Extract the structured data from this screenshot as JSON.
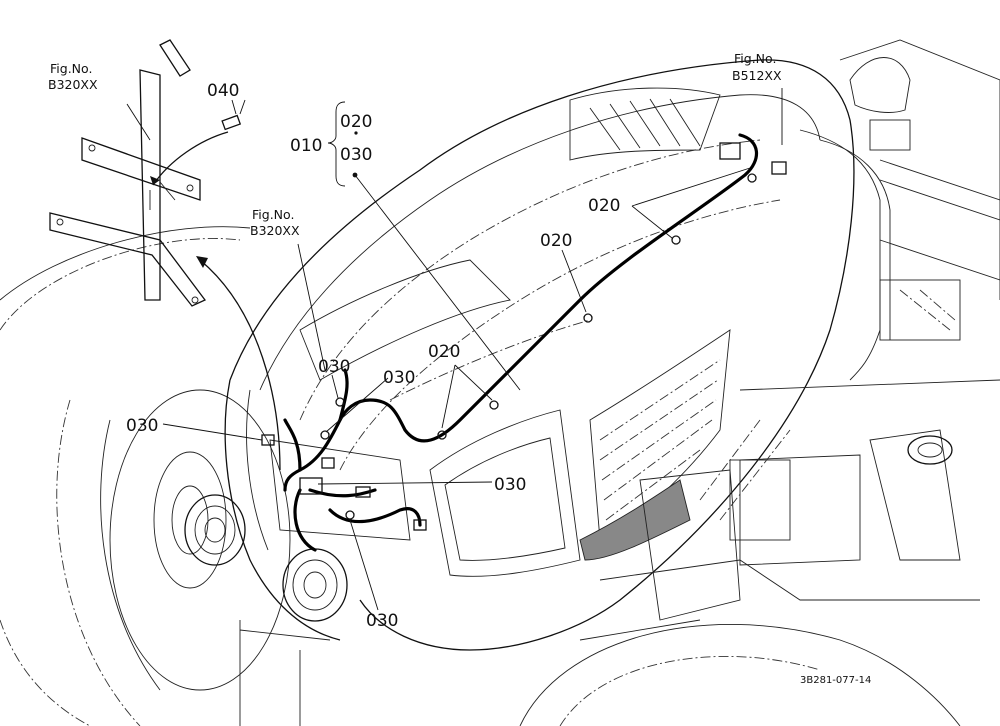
{
  "figure_code": "3B281-077-14",
  "refs": {
    "fig_b320_top": {
      "line1": "Fig.No.",
      "line2": "B320XX"
    },
    "fig_b320_mid": {
      "line1": "Fig.No.",
      "line2": "B320XX"
    },
    "fig_b512": {
      "line1": "Fig.No.",
      "line2": "B512XX"
    }
  },
  "parts": {
    "p040": "040",
    "p010": "010",
    "p020_brace": "020",
    "p030_brace": "030",
    "p020_a": "020",
    "p020_b": "020",
    "p020_c": "020",
    "p030_a": "030",
    "p030_b": "030",
    "p030_c": "030",
    "p030_d": "030",
    "p030_e": "030"
  }
}
